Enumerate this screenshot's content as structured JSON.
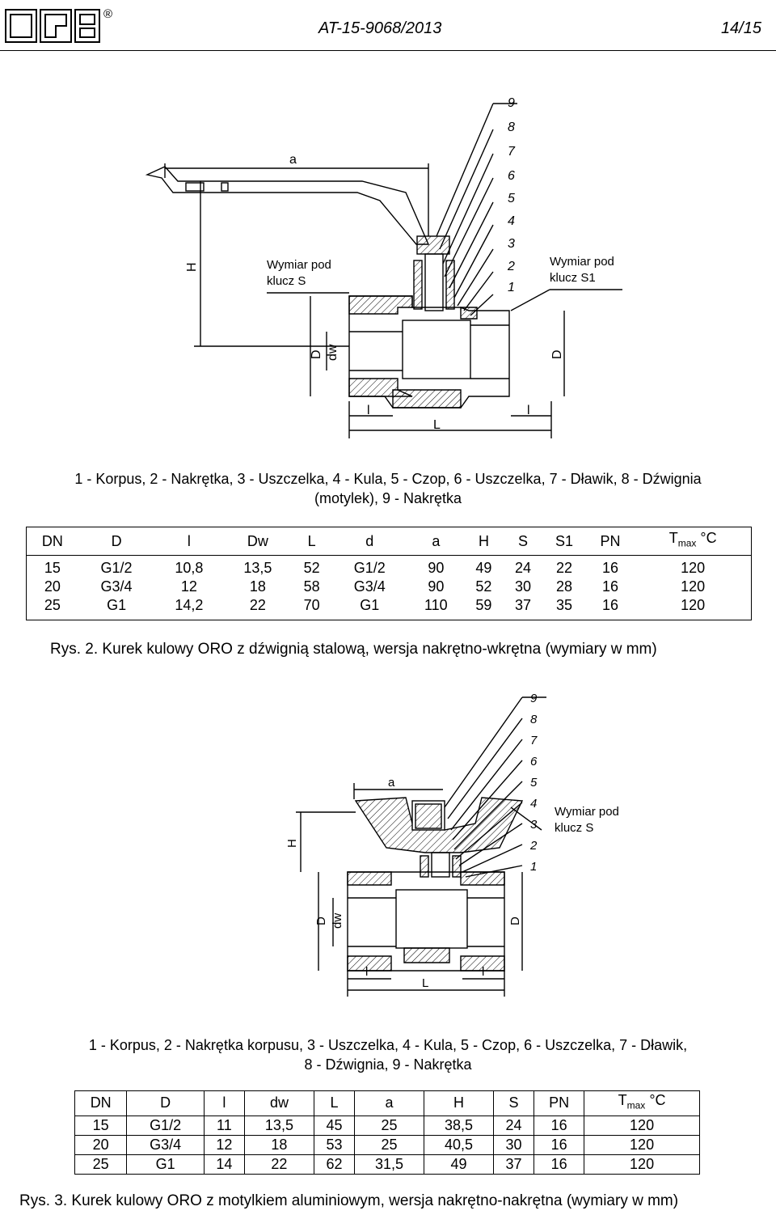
{
  "header": {
    "logo_text": "ITB",
    "registered_mark": "®",
    "doc_number": "AT-15-9068/2013",
    "page_number": "14/15"
  },
  "figure2": {
    "labels": {
      "dim_a": "a",
      "dim_H": "H",
      "dim_D": "D",
      "dim_dw": "dw",
      "dim_l": "l",
      "dim_L": "L",
      "wrench_S_line1": "Wymiar pod",
      "wrench_S_line2": "klucz S",
      "wrench_S1_line1": "Wymiar pod",
      "wrench_S1_line2": "klucz S1",
      "part_numbers": [
        "9",
        "8",
        "7",
        "6",
        "5",
        "4",
        "3",
        "2",
        "1"
      ]
    },
    "parts_line1": "1 - Korpus, 2 - Nakrętka, 3 - Uszczelka, 4 - Kula, 5 - Czop, 6 - Uszczelka, 7 - Dławik, 8 - Dźwignia",
    "parts_line2": "(motylek), 9 - Nakrętka",
    "table": {
      "headers": [
        "DN",
        "D",
        "l",
        "Dw",
        "L",
        "d",
        "a",
        "H",
        "S",
        "S1",
        "PN",
        "T",
        "max",
        "°C"
      ],
      "rows": [
        [
          "15",
          "G1/2",
          "10,8",
          "13,5",
          "52",
          "G1/2",
          "90",
          "49",
          "24",
          "22",
          "16",
          "120"
        ],
        [
          "20",
          "G3/4",
          "12",
          "18",
          "58",
          "G3/4",
          "90",
          "52",
          "30",
          "28",
          "16",
          "120"
        ],
        [
          "25",
          "G1",
          "14,2",
          "22",
          "70",
          "G1",
          "110",
          "59",
          "37",
          "35",
          "16",
          "120"
        ]
      ]
    },
    "caption": "Rys. 2. Kurek kulowy ORO z dźwignią stalową, wersja nakrętno-wkrętna (wymiary w mm)"
  },
  "figure3": {
    "labels": {
      "dim_a": "a",
      "dim_H": "H",
      "dim_D": "D",
      "dim_dw": "dw",
      "dim_l": "l",
      "dim_L": "L",
      "wrench_S_line1": "Wymiar pod",
      "wrench_S_line2": "klucz S",
      "part_numbers": [
        "9",
        "8",
        "7",
        "6",
        "5",
        "4",
        "3",
        "2",
        "1"
      ]
    },
    "parts_line1": "1 - Korpus, 2 - Nakrętka korpusu, 3 - Uszczelka, 4 - Kula, 5 - Czop, 6 - Uszczelka, 7 - Dławik,",
    "parts_line2": "8 - Dźwignia, 9 - Nakrętka",
    "table": {
      "headers": [
        "DN",
        "D",
        "l",
        "dw",
        "L",
        "a",
        "H",
        "S",
        "PN",
        "T",
        "max",
        "°C"
      ],
      "rows": [
        [
          "15",
          "G1/2",
          "11",
          "13,5",
          "45",
          "25",
          "38,5",
          "24",
          "16",
          "120"
        ],
        [
          "20",
          "G3/4",
          "12",
          "18",
          "53",
          "25",
          "40,5",
          "30",
          "16",
          "120"
        ],
        [
          "25",
          "G1",
          "14",
          "22",
          "62",
          "31,5",
          "49",
          "37",
          "16",
          "120"
        ]
      ]
    },
    "caption": "Rys. 3. Kurek kulowy ORO z motylkiem aluminiowym, wersja nakrętno-nakrętna (wymiary w mm)"
  }
}
